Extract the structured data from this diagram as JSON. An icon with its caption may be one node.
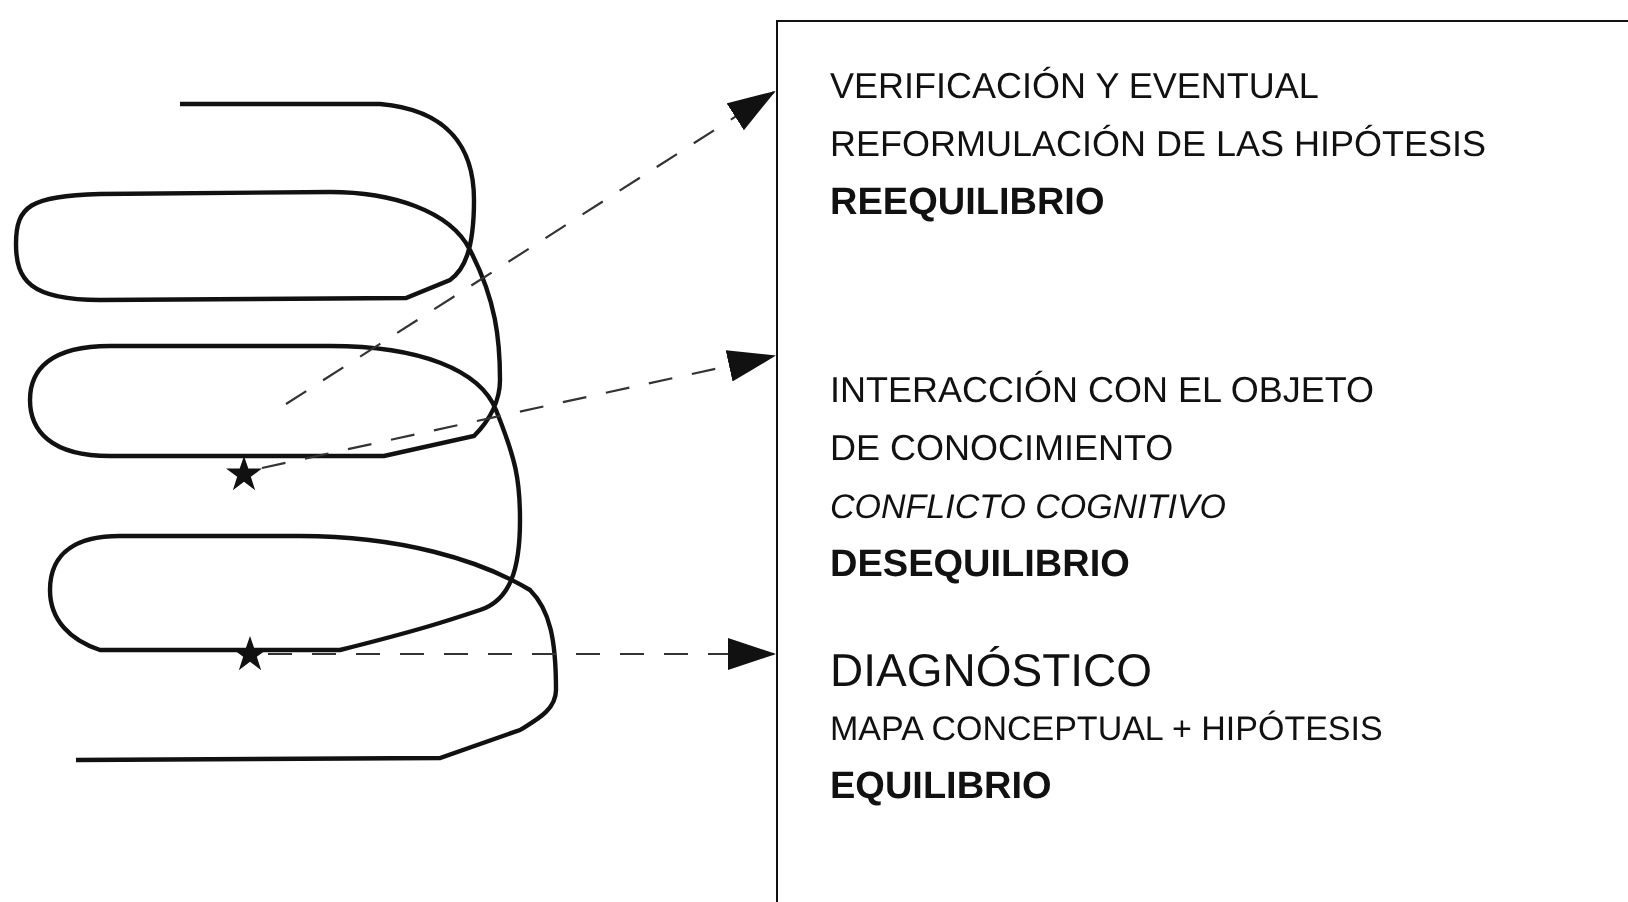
{
  "diagram": {
    "nodes": [
      {
        "text": [],
        "shape": "box"
      },
      {
        "text": [
          "VERIFICACIÓN Y EVENTUAL REFORMULACIÓN DE LAS HIPÓTESIS",
          "REEQUILIBRIO"
        ],
        "in": 0
      },
      {
        "text": [
          "INTERACCIÓN CON EL OBJETO DE CONOCIMIENTO",
          "CONFLICTO COGNITIVO",
          "DESEQUILIBRIO"
        ],
        "in": 0
      },
      {
        "text": [
          "DIAGNÓSTICO",
          "MAPA CONCEPTUAL + HIPÓTESIS",
          "EQUILIBRIO"
        ],
        "in": 0
      },
      {
        "text": [],
        "shape": "star"
      },
      {
        "text": [],
        "shape": "star"
      }
    ],
    "edges": [
      {
        "from": null,
        "to": 1,
        "arrow": "to",
        "style": "dashed"
      },
      {
        "from": 4,
        "to": 2,
        "arrow": "to",
        "style": "dashed"
      },
      {
        "from": 5,
        "to": 3,
        "arrow": "to",
        "style": "dashed"
      }
    ]
  }
}
